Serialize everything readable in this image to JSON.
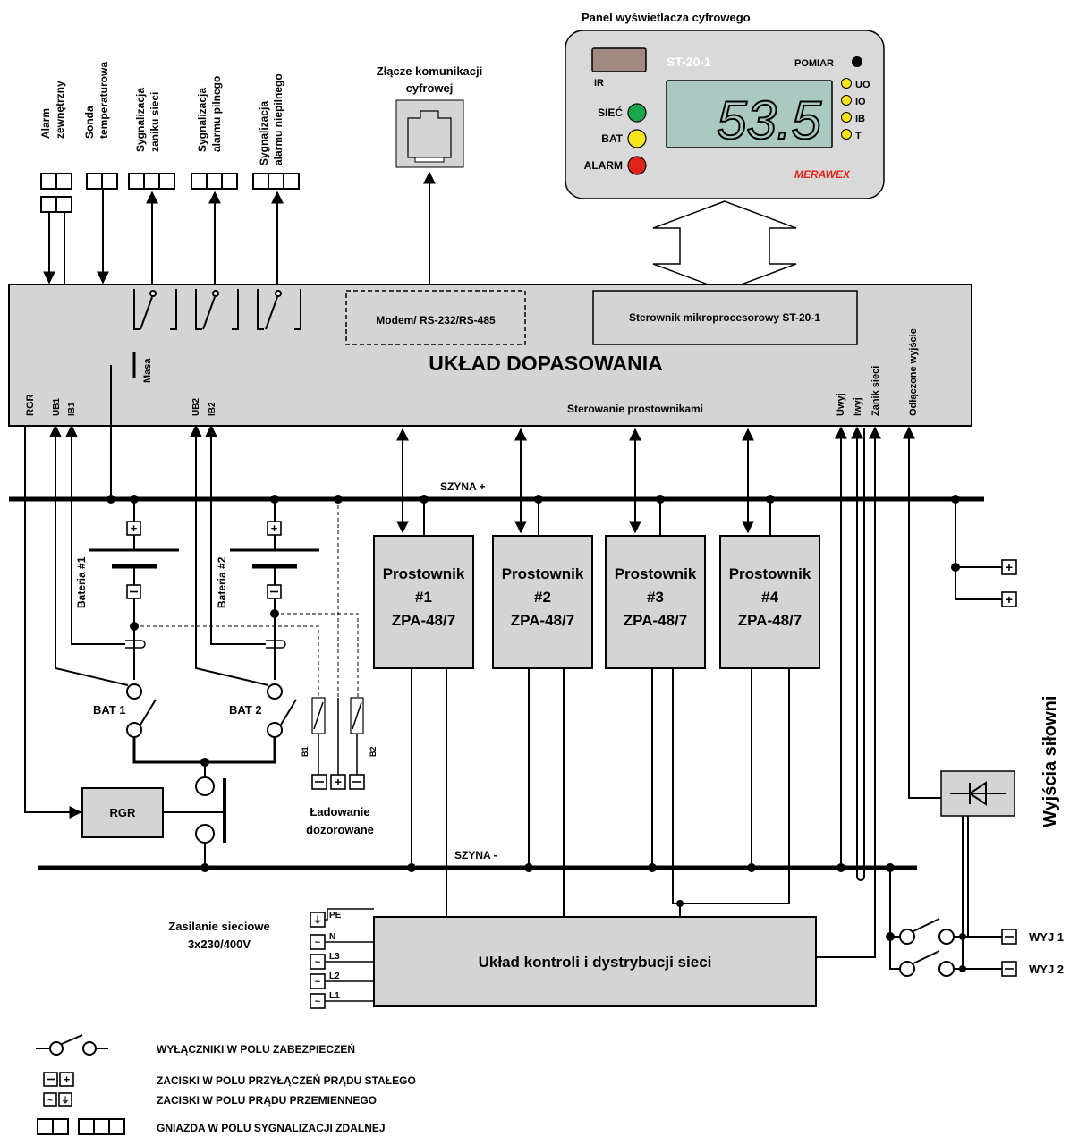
{
  "panel": {
    "title": "Panel wyświetlacza cyfrowego",
    "model": "ST-20-1",
    "brand": "MERAWEX",
    "display_value": "53.5",
    "ir_label": "IR",
    "pomiar_label": "POMIAR",
    "leds": [
      {
        "label": "SIEĆ",
        "color": "#1aa64a"
      },
      {
        "label": "BAT",
        "color": "#f7e31a"
      },
      {
        "label": "ALARM",
        "color": "#e2231a"
      }
    ],
    "indicators": [
      "UO",
      "IO",
      "IB",
      "T"
    ],
    "indicator_color": "#f7e31a",
    "case_color": "#d9d9d9"
  },
  "comm": {
    "title_line1": "Złącze komunikacji",
    "title_line2": "cyfrowej"
  },
  "signals": [
    {
      "line1": "Alarm",
      "line2": "zewnętrzny"
    },
    {
      "line1": "Sonda",
      "line2": "temperaturowa"
    },
    {
      "line1": "Sygnalizacja",
      "line2": "zaniku sieci"
    },
    {
      "line1": "Sygnalizacja",
      "line2": "alarmu pilnego"
    },
    {
      "line1": "Sygnalizacja",
      "line2": "alarmu niepilnego"
    }
  ],
  "matching": {
    "title": "UKŁAD DOPASOWANIA",
    "modem": "Modem/ RS-232/RS-485",
    "controller": "Sterownik mikroprocesorowy ST-20-1",
    "rect_control": "Sterowanie prostownikami",
    "masa": "Masa",
    "rgr": "RGR",
    "ub1": "UB1",
    "ib1": "IB1",
    "ub2": "UB2",
    "ib2": "IB2",
    "uwyj": "Uwyj",
    "iwyj": "Iwyj",
    "zanik": "Zanik sieci",
    "odlaczone": "Odłączone wyjście"
  },
  "buses": {
    "plus": "SZYNA +",
    "minus": "SZYNA -"
  },
  "batteries": [
    {
      "label": "Bateria #1",
      "switch": "BAT 1",
      "shunt": "B1"
    },
    {
      "label": "Bateria #2",
      "switch": "BAT 2",
      "shunt": "B2"
    }
  ],
  "rectifiers": [
    {
      "name": "Prostownik",
      "num": "#1",
      "model": "ZPA-48/7"
    },
    {
      "name": "Prostownik",
      "num": "#2",
      "model": "ZPA-48/7"
    },
    {
      "name": "Prostownik",
      "num": "#3",
      "model": "ZPA-48/7"
    },
    {
      "name": "Prostownik",
      "num": "#4",
      "model": "ZPA-48/7"
    }
  ],
  "rgr_box": "RGR",
  "charging": {
    "line1": "Ładowanie",
    "line2": "dozorowane"
  },
  "mains": {
    "line1": "Zasilanie sieciowe",
    "line2": "3x230/400V",
    "terminals": [
      "PE",
      "N",
      "L3",
      "L2",
      "L1"
    ]
  },
  "distribution": "Układ kontroli i dystrybucji sieci",
  "power_outputs": {
    "title": "Wyjścia siłowni",
    "out1": "WYJ 1",
    "out2": "WYJ 2"
  },
  "legend": [
    "WYŁĄCZNIKI W POLU ZABEZPIECZEŃ",
    "ZACISKI W POLU PRZYŁĄCZEŃ PRĄDU STAŁEGO",
    "ZACISKI W POLU PRĄDU PRZEMIENNEGO",
    "GNIAZDA W POLU SYGNALIZACJI ZDALNEJ"
  ]
}
